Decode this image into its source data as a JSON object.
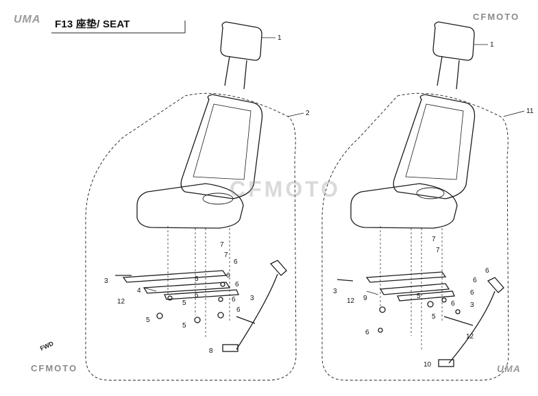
{
  "header": {
    "title": "F13 座垫/ SEAT"
  },
  "branding": {
    "brand_name": "CFMOTO",
    "uma_logo": "UMA",
    "fwd_label": "FWD"
  },
  "diagram": {
    "left_assembly": {
      "callouts": [
        "1",
        "2",
        "7",
        "7",
        "6",
        "5",
        "3",
        "12",
        "4",
        "6",
        "5",
        "6",
        "3",
        "6",
        "5",
        "6",
        "5",
        "5",
        "8"
      ]
    },
    "right_assembly": {
      "callouts": [
        "1",
        "11",
        "7",
        "7",
        "6",
        "6",
        "3",
        "12",
        "9",
        "6",
        "6",
        "5",
        "3",
        "12",
        "6",
        "5",
        "10"
      ]
    }
  },
  "colors": {
    "line": "#1a1a1a",
    "brand_gray": "#8a8a8a",
    "watermark": "#b4b4b4"
  }
}
